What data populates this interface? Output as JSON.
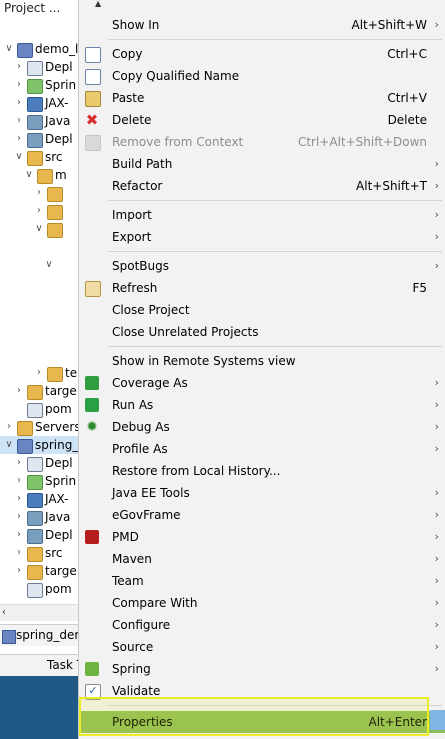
{
  "explorer": {
    "title": "Project ...",
    "rows": [
      {
        "label": "demo_le",
        "arrow": "∨",
        "icon": "project-icon",
        "cls": "i-proj"
      },
      {
        "label": "Depl",
        "arrow": "›",
        "icon": "deployment-icon",
        "cls": "i-xml"
      },
      {
        "label": "Sprin",
        "arrow": "›",
        "icon": "spring-leaf-icon",
        "cls": "i-leaf"
      },
      {
        "label": "JAX-",
        "arrow": "›",
        "icon": "web-service-icon",
        "cls": "i-web"
      },
      {
        "label": "Java",
        "arrow": "›",
        "icon": "java-library-icon",
        "cls": "i-jar"
      },
      {
        "label": "Depl",
        "arrow": "›",
        "icon": "deployed-resources-icon",
        "cls": "i-jar"
      },
      {
        "label": "src",
        "arrow": "∨",
        "icon": "folder-icon",
        "cls": "i-folder"
      },
      {
        "label": "m",
        "arrow": "∨",
        "icon": "folder-icon",
        "cls": "i-folder"
      },
      {
        "label": "",
        "arrow": "›",
        "icon": "folder-icon",
        "cls": "i-folder"
      },
      {
        "label": "",
        "arrow": "›",
        "icon": "folder-icon",
        "cls": "i-folder"
      },
      {
        "label": "",
        "arrow": "∨",
        "icon": "folder-icon",
        "cls": "i-folder"
      },
      {
        "label": "",
        "arrow": "∨",
        "icon": "",
        "cls": ""
      },
      {
        "label": "te",
        "arrow": "›",
        "icon": "folder-icon",
        "cls": "i-folder"
      },
      {
        "label": "targe",
        "arrow": "›",
        "icon": "folder-icon",
        "cls": "i-folder"
      },
      {
        "label": "pom",
        "arrow": "",
        "icon": "xml-file-icon",
        "cls": "i-xml"
      },
      {
        "label": "Servers",
        "arrow": "›",
        "icon": "servers-folder-icon",
        "cls": "i-folder"
      },
      {
        "label": "spring_d",
        "arrow": "∨",
        "icon": "project-icon",
        "cls": "i-proj"
      },
      {
        "label": "Depl",
        "arrow": "›",
        "icon": "deployment-icon",
        "cls": "i-xml"
      },
      {
        "label": "Sprin",
        "arrow": "›",
        "icon": "spring-leaf-icon",
        "cls": "i-leaf"
      },
      {
        "label": "JAX-",
        "arrow": "›",
        "icon": "web-service-icon",
        "cls": "i-web"
      },
      {
        "label": "Java",
        "arrow": "›",
        "icon": "java-library-icon",
        "cls": "i-jar"
      },
      {
        "label": "Depl",
        "arrow": "›",
        "icon": "deployed-resources-icon",
        "cls": "i-jar"
      },
      {
        "label": "src",
        "arrow": "›",
        "icon": "folder-icon",
        "cls": "i-folder"
      },
      {
        "label": "targe",
        "arrow": "›",
        "icon": "folder-icon",
        "cls": "i-folder"
      },
      {
        "label": "pom",
        "arrow": "",
        "icon": "xml-file-icon",
        "cls": "i-xml"
      }
    ],
    "tab_label": "spring_dem",
    "bottom_tab_label": "Task T"
  },
  "menu": {
    "items": [
      {
        "label": "Show In",
        "shortcut": "Alt+Shift+W",
        "submenu": true
      },
      {
        "sep": true
      },
      {
        "label": "Copy",
        "shortcut": "Ctrl+C",
        "icon": "copy-icon",
        "cls": "ic-copy"
      },
      {
        "label": "Copy Qualified Name",
        "icon": "copy-qualified-name-icon",
        "cls": "ic-copy"
      },
      {
        "label": "Paste",
        "shortcut": "Ctrl+V",
        "icon": "paste-icon",
        "cls": "ic-paste"
      },
      {
        "label": "Delete",
        "shortcut": "Delete",
        "icon": "delete-icon",
        "cls": "ic-del",
        "glyph": "✖"
      },
      {
        "label": "Remove from Context",
        "shortcut": "Ctrl+Alt+Shift+Down",
        "icon": "remove-context-icon",
        "cls": "ic-remove",
        "disabled": true
      },
      {
        "label": "Build Path",
        "submenu": true
      },
      {
        "label": "Refactor",
        "shortcut": "Alt+Shift+T",
        "submenu": true
      },
      {
        "sep": true
      },
      {
        "label": "Import",
        "submenu": true
      },
      {
        "label": "Export",
        "submenu": true
      },
      {
        "sep": true
      },
      {
        "label": "SpotBugs",
        "submenu": true
      },
      {
        "label": "Refresh",
        "shortcut": "F5",
        "icon": "refresh-icon",
        "cls": "ic-refresh"
      },
      {
        "label": "Close Project"
      },
      {
        "label": "Close Unrelated Projects"
      },
      {
        "sep": true
      },
      {
        "label": "Show in Remote Systems view"
      },
      {
        "label": "Coverage As",
        "submenu": true,
        "icon": "coverage-icon",
        "cls": "ic-cov"
      },
      {
        "label": "Run As",
        "submenu": true,
        "icon": "run-icon",
        "cls": "ic-run"
      },
      {
        "label": "Debug As",
        "submenu": true,
        "icon": "debug-icon",
        "cls": "ic-debug",
        "glyph": "✹"
      },
      {
        "label": "Profile As",
        "submenu": true
      },
      {
        "label": "Restore from Local History..."
      },
      {
        "label": "Java EE Tools",
        "submenu": true
      },
      {
        "label": "eGovFrame",
        "submenu": true
      },
      {
        "label": "PMD",
        "submenu": true,
        "icon": "pmd-icon",
        "cls": "ic-pmd"
      },
      {
        "label": "Maven",
        "submenu": true
      },
      {
        "label": "Team",
        "submenu": true
      },
      {
        "label": "Compare With",
        "submenu": true
      },
      {
        "label": "Configure",
        "submenu": true
      },
      {
        "label": "Source",
        "submenu": true
      },
      {
        "label": "Spring",
        "submenu": true,
        "icon": "spring-icon",
        "cls": "ic-spring"
      },
      {
        "label": "Validate",
        "icon": "validate-check-icon",
        "cls": "ic-check",
        "glyph": "✓"
      },
      {
        "sep": true
      },
      {
        "label": "Properties",
        "shortcut": "Alt+Enter",
        "highlight": true
      }
    ]
  },
  "colors": {
    "menu_bg": "#f2f2f2",
    "highlight_row": "#8ebd57",
    "highlight_border": "#ecec2a",
    "selection": "#cfe3f7"
  }
}
